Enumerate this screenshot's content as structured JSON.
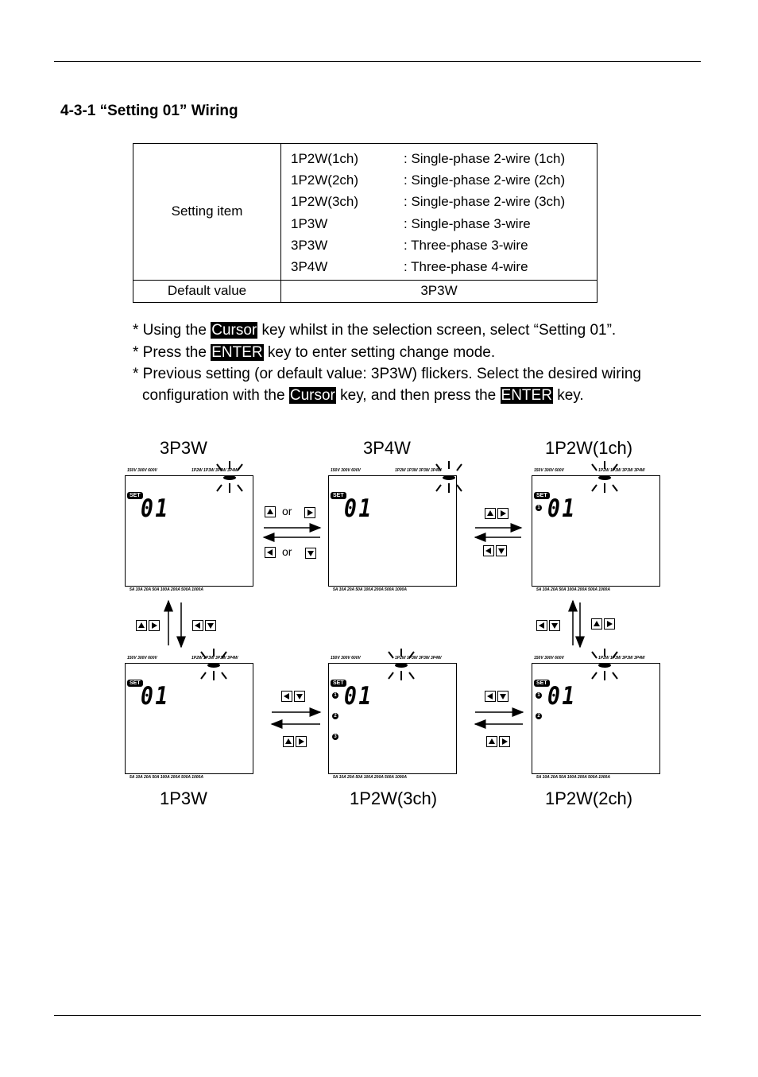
{
  "section_heading": "4-3-1 “Setting 01” Wiring",
  "table": {
    "setting_item_label": "Setting item",
    "options": [
      {
        "code": "1P2W(1ch)",
        "desc": ": Single-phase 2-wire (1ch)"
      },
      {
        "code": "1P2W(2ch)",
        "desc": ": Single-phase 2-wire (2ch)"
      },
      {
        "code": "1P2W(3ch)",
        "desc": ": Single-phase 2-wire (3ch)"
      },
      {
        "code": "1P3W",
        "desc": ": Single-phase 3-wire"
      },
      {
        "code": "3P3W",
        "desc": ": Three-phase 3-wire"
      },
      {
        "code": "3P4W",
        "desc": ": Three-phase 4-wire"
      }
    ],
    "default_label": "Default value",
    "default_value": "3P3W"
  },
  "notes": {
    "n1_a": "* Using the ",
    "n1_key": "Cursor",
    "n1_b": " key whilst in the selection screen, select “Setting 01”.",
    "n2_a": "* Press the ",
    "n2_key": "ENTER",
    "n2_b": " key to enter setting change mode.",
    "n3_line1": "* Previous setting (or default value: 3P3W) flickers. Select the desired wiring",
    "n3_a": "configuration with the ",
    "n3_key1": "Cursor",
    "n3_b": " key, and then press the ",
    "n3_key2": "ENTER",
    "n3_c": " key."
  },
  "diagram": {
    "modes": {
      "m1": "3P3W",
      "m2": "3P4W",
      "m3": "1P2W(1ch)",
      "m4": "1P3W",
      "m5": "1P2W(3ch)",
      "m6": "1P2W(2ch)"
    },
    "or_text": "or",
    "lcd": {
      "set_badge": "SET",
      "digits": "01",
      "voltage_scale": "150V  300V  600V",
      "wiring_scale": "1P2W  1P3W  3P3W  3P4W",
      "current_scale": "5A    10A    20A    50A   100A  200A  500A 1000A",
      "ch1": "1",
      "ch2": "2",
      "ch3": "3"
    }
  }
}
